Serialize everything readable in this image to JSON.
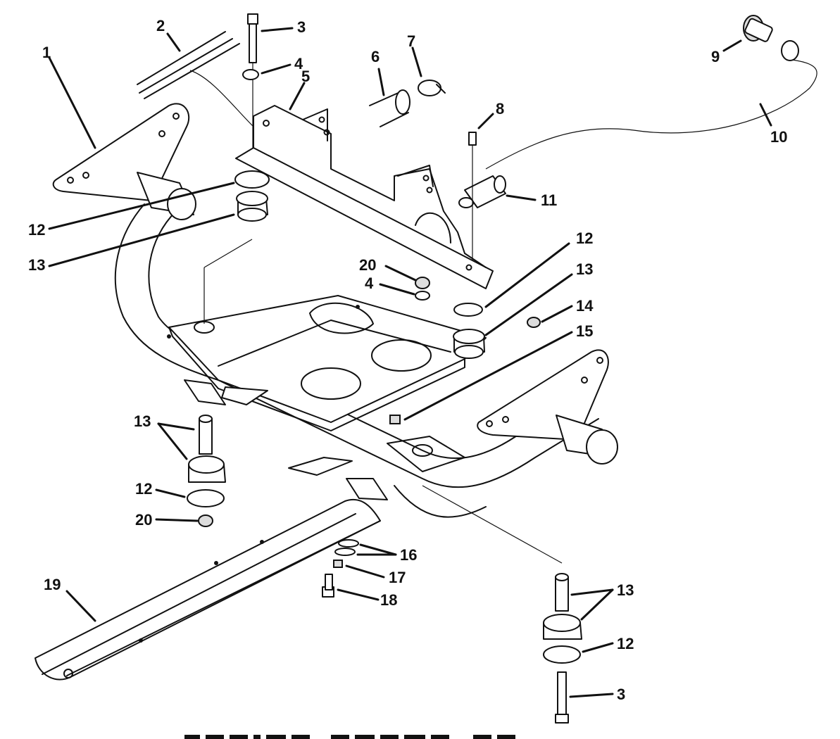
{
  "diagram": {
    "title_fragment": "",
    "callouts": [
      {
        "id": "c1",
        "text": "1"
      },
      {
        "id": "c2",
        "text": "2"
      },
      {
        "id": "c3a",
        "text": "3"
      },
      {
        "id": "c4a",
        "text": "4"
      },
      {
        "id": "c5",
        "text": "5"
      },
      {
        "id": "c6",
        "text": "6"
      },
      {
        "id": "c7",
        "text": "7"
      },
      {
        "id": "c8",
        "text": "8"
      },
      {
        "id": "c9",
        "text": "9"
      },
      {
        "id": "c10",
        "text": "10"
      },
      {
        "id": "c11",
        "text": "11"
      },
      {
        "id": "c12a",
        "text": "12"
      },
      {
        "id": "c13a",
        "text": "13"
      },
      {
        "id": "c20a",
        "text": "20"
      },
      {
        "id": "c4b",
        "text": "4"
      },
      {
        "id": "c12b",
        "text": "12"
      },
      {
        "id": "c13b",
        "text": "13"
      },
      {
        "id": "c14",
        "text": "14"
      },
      {
        "id": "c15",
        "text": "15"
      },
      {
        "id": "c13c",
        "text": "13"
      },
      {
        "id": "c12c",
        "text": "12"
      },
      {
        "id": "c20b",
        "text": "20"
      },
      {
        "id": "c16",
        "text": "16"
      },
      {
        "id": "c17",
        "text": "17"
      },
      {
        "id": "c18",
        "text": "18"
      },
      {
        "id": "c19",
        "text": "19"
      },
      {
        "id": "c13d",
        "text": "13"
      },
      {
        "id": "c12d",
        "text": "12"
      },
      {
        "id": "c3b",
        "text": "3"
      }
    ]
  }
}
